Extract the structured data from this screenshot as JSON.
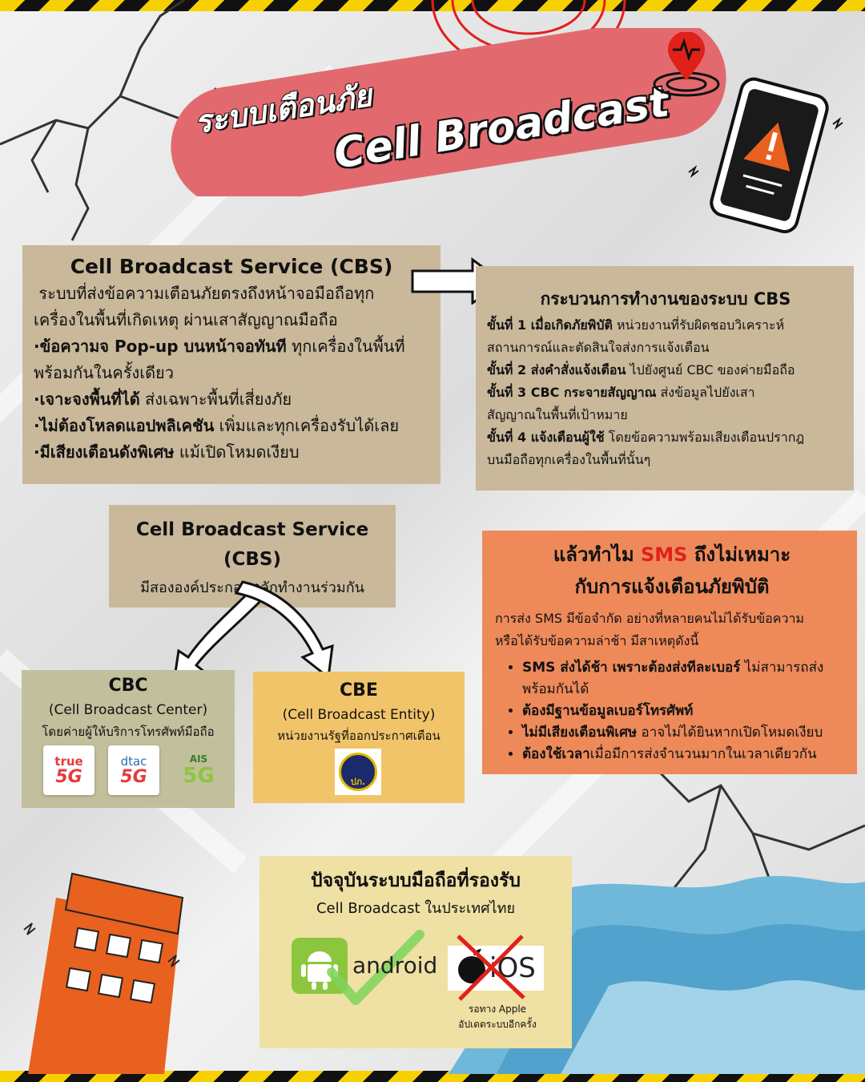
{
  "title": {
    "line1": "ระบบเตือนภัย",
    "line2": "Cell Broadcast"
  },
  "intro": {
    "heading": "Cell Broadcast Service (CBS)",
    "lines": [
      " ระบบที่ส่งข้อความเตือนภัยตรงถึงหน้าจอมือถือทุก",
      "เครื่องในพื้นที่เกิดเหตุ ผ่านเสาสัญญาณมือถือ"
    ],
    "bullets": [
      {
        "bold": "·ข้อความจ Pop-up บนหน้าจอทันที",
        "text": " ทุกเครื่องในพื้นที่"
      },
      {
        "bold": "",
        "text": "พร้อมกันในครั้งเดียว"
      },
      {
        "bold": "·เจาะจงพื้นที่ได้",
        "text": " ส่งเฉพาะพื้นที่เสี่ยงภัย"
      },
      {
        "bold": "·ไม่ต้องโหลดแอปพลิเคชัน",
        "text": " เพิ่มและทุกเครื่องรับได้เลย"
      },
      {
        "bold": "·มีเสียงเตือนดังพิเศษ",
        "text": " แม้เปิดโหมดเงียบ"
      }
    ]
  },
  "process": {
    "heading": "กระบวนการทำงานของระบบ CBS",
    "lines": [
      {
        "bold": "ขั้นที่ 1 เมื่อเกิดภัยพิบัติ",
        "text": " หน่วยงานที่รับผิดชอบวิเคราะห์"
      },
      {
        "bold": "",
        "text": "สถานการณ์และตัดสินใจส่งการแจ้งเตือน"
      },
      {
        "bold": "ขั้นที่ 2 ส่งคำสั่งแจ้งเตือน",
        "text": " ไปยังศูนย์ CBC ของค่ายมือถือ"
      },
      {
        "bold": "ขั้นที่ 3 CBC กระจายสัญญาณ",
        "text": " ส่งข้อมูลไปยังเสา"
      },
      {
        "bold": "",
        "text": "สัญญาณในพื้นที่เป้าหมาย"
      },
      {
        "bold": "ขั้นที่ 4 แจ้งเตือนผู้ใช้",
        "text": " โดยข้อความพร้อมเสียงเตือนปรากฎ"
      },
      {
        "bold": "",
        "text": "บนมือถือทุกเครื่องในพื้นที่นั้นๆ"
      }
    ]
  },
  "components": {
    "heading1": "Cell Broadcast Service",
    "heading2": "(CBS)",
    "sub": "มีสององค์ประกอบหลักทำงานร่วมกัน"
  },
  "cbc": {
    "title": "CBC",
    "full": "(Cell Broadcast Center)",
    "desc": "โดยค่ายผู้ให้บริการโทรศัพท์มือถือ",
    "logos": [
      {
        "top": "true",
        "bottom": "5G"
      },
      {
        "top": "dtac",
        "bottom": "5G"
      },
      {
        "top": "AIS",
        "bottom": "5G"
      }
    ]
  },
  "cbe": {
    "title": "CBE",
    "full": "(Cell Broadcast Entity)",
    "desc": "หน่วยงานรัฐที่ออกประกาศเตือน",
    "logo_text": "ปภ."
  },
  "sms": {
    "heading_pre": "แล้วทำไม ",
    "heading_sms": "SMS",
    "heading_post": " ถึงไม่เหมาะ",
    "heading_line2": "กับการแจ้งเตือนภัยพิบัติ",
    "intro1": "การส่ง SMS มีข้อจำกัด อย่างที่หลายคนไม่ได้รับข้อความ",
    "intro2": "หรือได้รับข้อความล่าช้า มีสาเหตุดังนี้",
    "items": [
      {
        "bold": "SMS ส่งได้ช้า เพราะต้องส่งทีละเบอร์",
        "text": " ไม่สามารถส่งพร้อมกันได้"
      },
      {
        "bold": "ต้องมีฐานข้อมูลเบอร์โทรศัพท์",
        "text": ""
      },
      {
        "bold": "ไม่มีเสียงเตือนพิเศษ",
        "text": " อาจไม่ได้ยินหากเปิดโหมดเงียบ"
      },
      {
        "bold": "ต้องใช้เวลา",
        "text": "เมื่อมีการส่งจำนวนมากในเวลาเดียวกัน"
      }
    ],
    "accent": "#e0201b"
  },
  "support": {
    "heading": "ปัจจุบันระบบมือถือที่รองรับ",
    "sub": "Cell Broadcast ในประเทศไทย",
    "android": "android",
    "ios": "iOS",
    "ios_note1": "รอทาง Apple",
    "ios_note2": "อัปเดตระบบอีกครั้ง"
  }
}
